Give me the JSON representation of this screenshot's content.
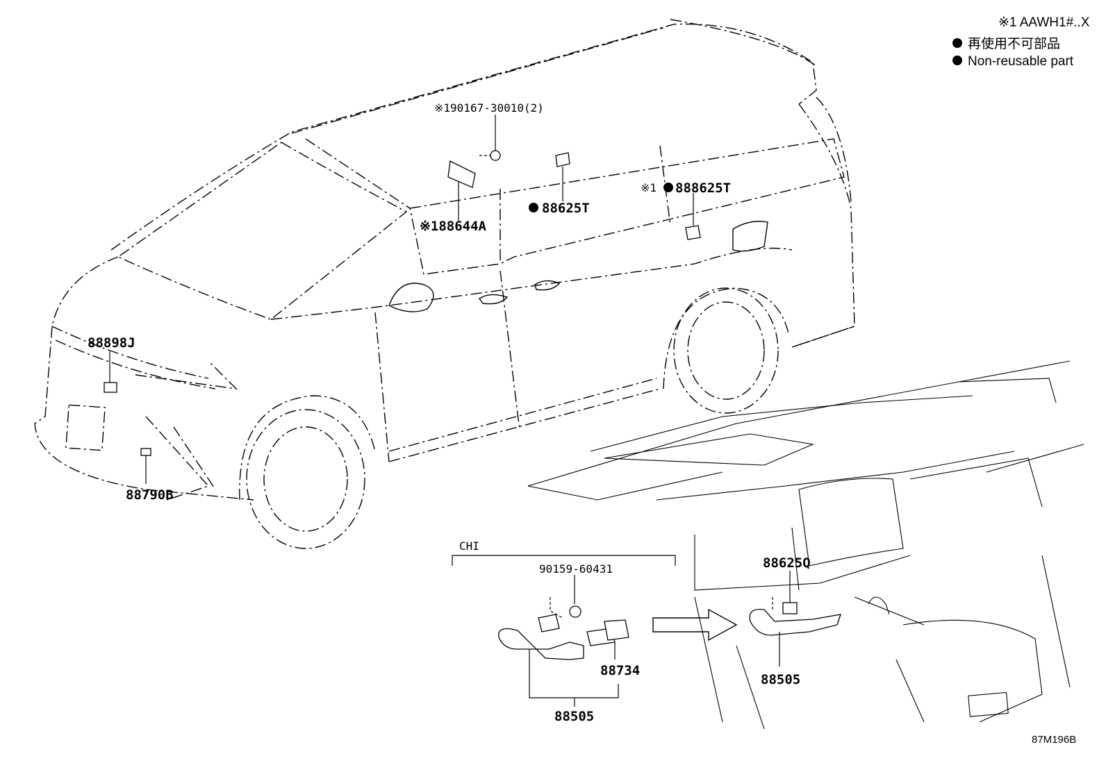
{
  "legend": {
    "model_note": "※1 AAWH1#..X",
    "items": [
      {
        "symbol": "●",
        "text": "再使用不可部品"
      },
      {
        "symbol": "●",
        "text": "Non-reusable part"
      }
    ]
  },
  "group_label": "CHI",
  "callouts": {
    "bolt_ref": "※190167-30010(2)",
    "p88644A": "※188644A",
    "p88625T": "88625T",
    "p888625T_prefix": "※1",
    "p888625T": "888625T",
    "p88898J": "88898J",
    "p88790B": "88790B",
    "p90159": "90159-60431",
    "p88734": "88734",
    "p88505_left": "88505",
    "p88625Q": "88625Q",
    "p88505_right": "88505"
  },
  "diagram_code": "87M196B"
}
